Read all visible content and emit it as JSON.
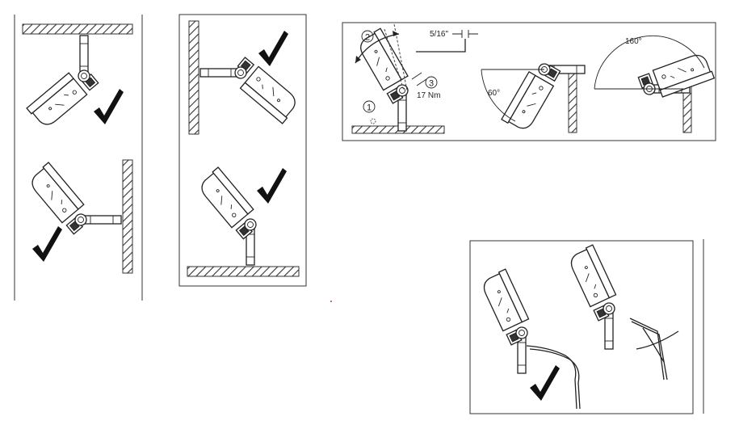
{
  "labels": {
    "hex_key_size": "5/16\"",
    "torque": "17 Nm",
    "angle_down": "60°",
    "angle_rotate": "160°",
    "step_1": "1",
    "step_2": "2",
    "step_3": "3"
  },
  "colors": {
    "line": "#222222",
    "check": "#111111",
    "background": "#ffffff"
  },
  "icons": [
    "check-mark-icon",
    "cross-mark-icon",
    "hex-key-icon"
  ]
}
